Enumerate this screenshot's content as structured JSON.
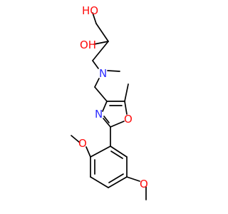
{
  "molecule": {
    "colors": {
      "oxygen": "#ff0d0d",
      "nitrogen": "#2d2dff",
      "carbon": "#000000",
      "background": "#ffffff"
    },
    "atom_labels": {
      "oh_top": "HO",
      "oh_mid": "OH",
      "n_amine": "N",
      "n_ring": "N",
      "o_ring": "O",
      "o_methoxy_upper": "O",
      "o_methoxy_lower": "O"
    }
  }
}
